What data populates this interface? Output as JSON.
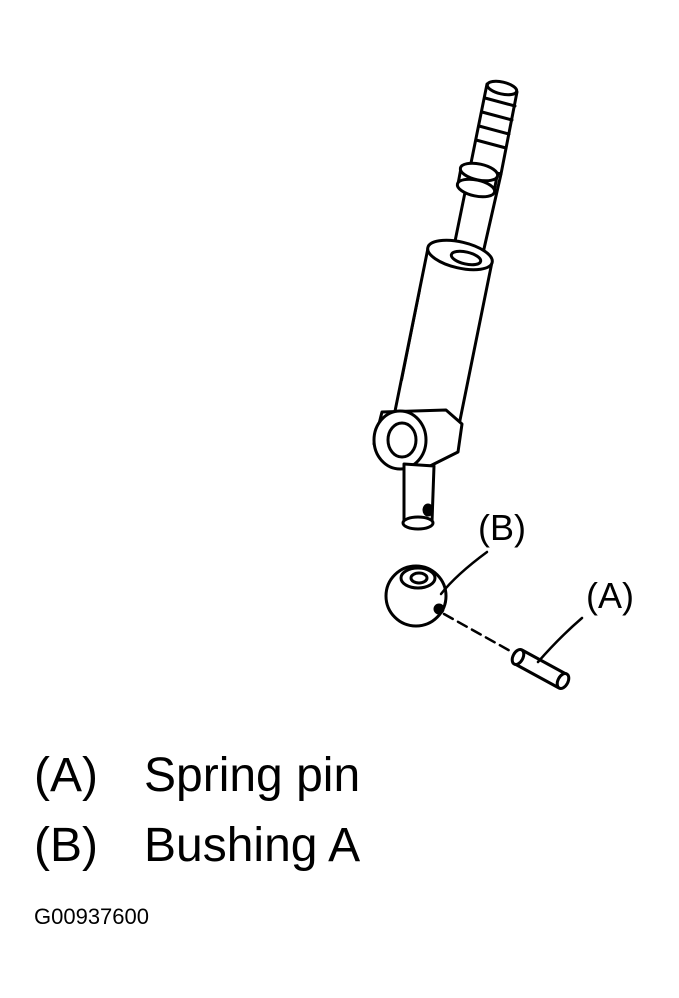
{
  "callouts": {
    "a": "(A)",
    "b": "(B)"
  },
  "legend": [
    {
      "key": "(A)",
      "text": "Spring pin"
    },
    {
      "key": "(B)",
      "text": "Bushing A"
    }
  ],
  "figure_id": "G00937600"
}
